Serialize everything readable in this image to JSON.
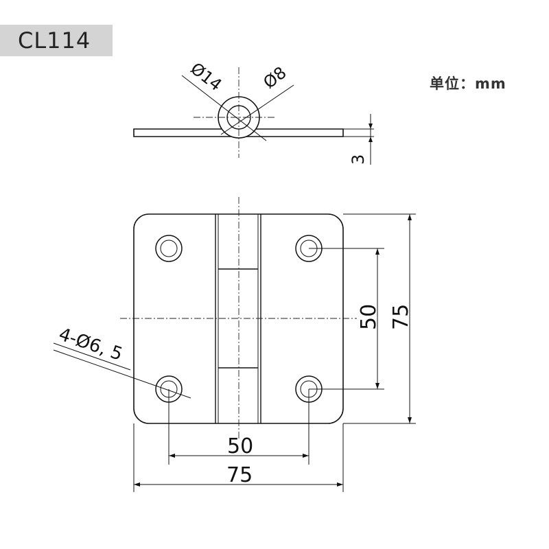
{
  "title": {
    "model": "CL114"
  },
  "units": {
    "label": "单位：mm"
  },
  "dimensions": {
    "pin_outer": "Ø14",
    "pin_inner": "Ø8",
    "thickness": "3",
    "hole_spacing_v": "50",
    "overall_height": "75",
    "hole_spacing_h": "50",
    "overall_width": "75",
    "holes": "4-Ø6, 5"
  }
}
